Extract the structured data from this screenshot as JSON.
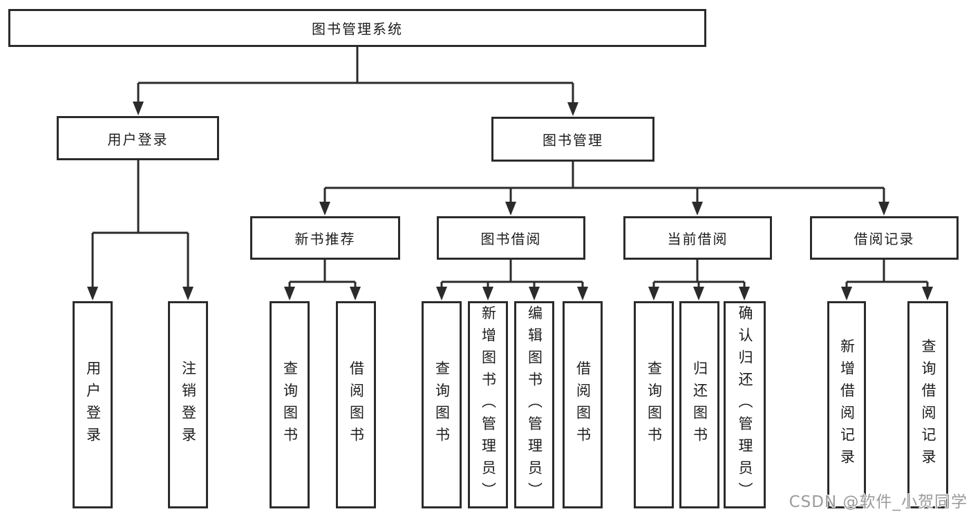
{
  "tree": {
    "label": "图书管理系统",
    "children": [
      {
        "label": "用户登录",
        "children": [
          {
            "label": "用户登录"
          },
          {
            "label": "注销登录"
          }
        ]
      },
      {
        "label": "图书管理",
        "children": [
          {
            "label": "新书推荐",
            "children": [
              {
                "label": "查询图书"
              },
              {
                "label": "借阅图书"
              }
            ]
          },
          {
            "label": "图书借阅",
            "children": [
              {
                "label": "查询图书"
              },
              {
                "label": "新增图书（管理员）"
              },
              {
                "label": "编辑图书（管理员）"
              },
              {
                "label": "借阅图书"
              }
            ]
          },
          {
            "label": "当前借阅",
            "children": [
              {
                "label": "查询图书"
              },
              {
                "label": "归还图书"
              },
              {
                "label": "确认归还（管理员）"
              }
            ]
          },
          {
            "label": "借阅记录",
            "children": [
              {
                "label": "新增借阅记录"
              },
              {
                "label": "查询借阅记录"
              }
            ]
          }
        ]
      }
    ]
  },
  "watermark": {
    "text": "CSDN @软件_小贺同学"
  },
  "colors": {
    "line": "#2b2b2b",
    "text": "#1d1d1d",
    "box_background": "#ffffff",
    "watermark": "#9b9b9b",
    "page_background": "#ffffff"
  }
}
